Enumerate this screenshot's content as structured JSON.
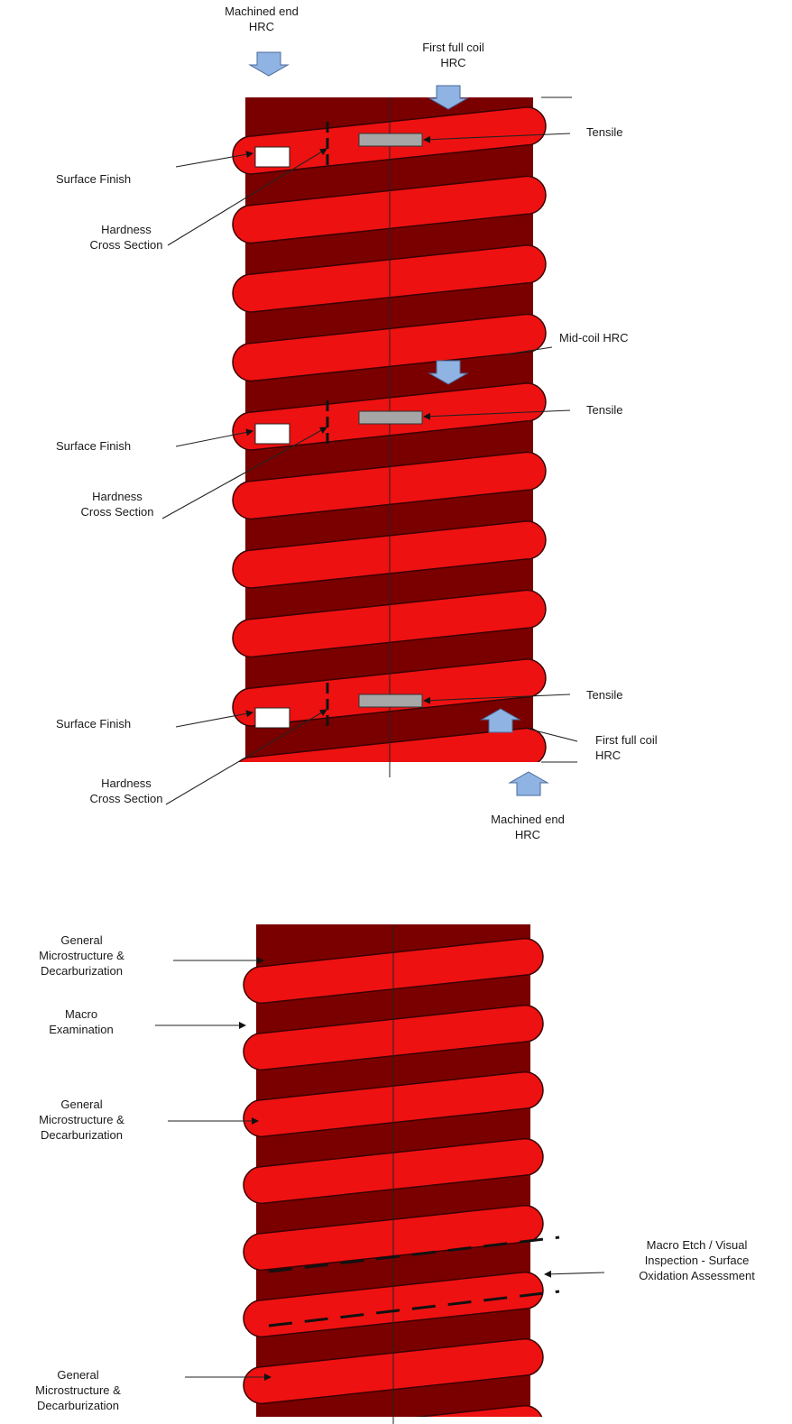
{
  "figure_top": {
    "labels": {
      "machined_end_top": [
        "Machined end",
        "HRC"
      ],
      "first_full_coil_top": [
        "First full coil",
        "HRC"
      ],
      "tensile_1": "Tensile",
      "surface_finish_1": "Surface Finish",
      "hardness_1": [
        "Hardness",
        "Cross Section"
      ],
      "mid_coil": "Mid-coil HRC",
      "tensile_2": "Tensile",
      "surface_finish_2": "Surface Finish",
      "hardness_2": [
        "Hardness",
        "Cross Section"
      ],
      "tensile_3": "Tensile",
      "surface_finish_3": "Surface Finish",
      "first_full_coil_bottom": [
        "First full coil",
        "HRC"
      ],
      "hardness_3": [
        "Hardness",
        "Cross Section"
      ],
      "machined_end_bottom": [
        "Machined end",
        "HRC"
      ]
    }
  },
  "figure_bottom": {
    "labels": {
      "general_micro_1": [
        "General",
        "Microstructure &",
        "Decarburization"
      ],
      "macro_exam": [
        "Macro",
        "Examination"
      ],
      "general_micro_2": [
        "General",
        "Microstructure &",
        "Decarburization"
      ],
      "macro_etch": [
        "Macro Etch / Visual",
        "Inspection - Surface",
        "Oxidation Assessment"
      ],
      "general_micro_3": [
        "General",
        "Microstructure &",
        "Decarburization"
      ]
    }
  },
  "colors": {
    "coil_front": "#ee1111",
    "coil_back": "#7a0000",
    "arrow_fill": "#8fb3e3",
    "tensile_fill": "#a6a6a6",
    "surface_fill": "#ffffff"
  }
}
